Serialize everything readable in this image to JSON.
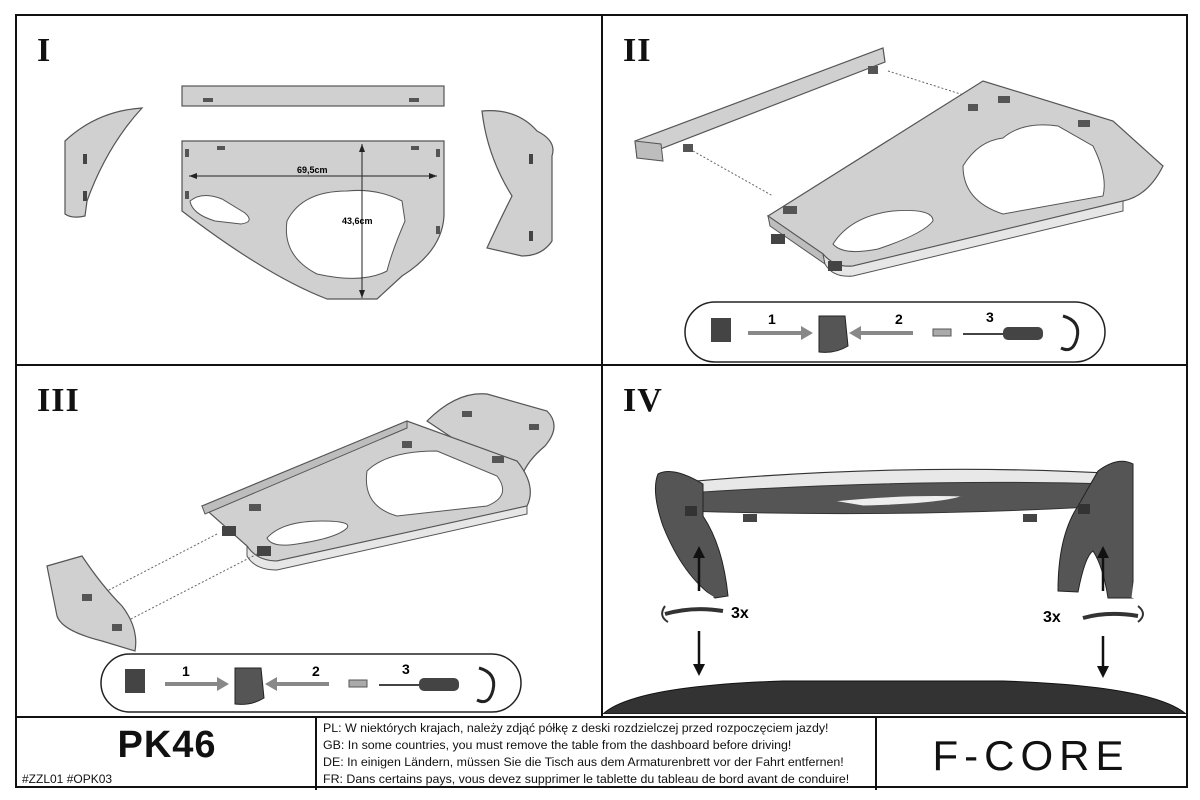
{
  "steps": [
    "I",
    "II",
    "III",
    "IV"
  ],
  "step1": {
    "width_label": "69,5cm",
    "height_label": "43,6cm"
  },
  "step2": {
    "seq": [
      "1",
      "2",
      "3"
    ]
  },
  "step3": {
    "seq": [
      "1",
      "2",
      "3"
    ]
  },
  "step4": {
    "turns_left": "3x",
    "turns_right": "3x"
  },
  "footer": {
    "model": "PK46",
    "codes": "#ZZL01  #OPK03",
    "warnings": [
      "PL: W niektórych krajach, należy zdjąć półkę z deski rozdzielczej przed rozpoczęciem jazdy!",
      "GB: In some countries, you must remove the table from the dashboard before driving!",
      "DE: In einigen Ländern, müssen Sie die Tisch aus dem Armaturenbrett vor der Fahrt entfernen!",
      "FR: Dans certains pays, vous devez supprimer le tablette du tableau de bord avant de conduire!"
    ],
    "brand": "F-CORE"
  },
  "colors": {
    "panel_fill": "#cfcfcf",
    "outline": "#333333",
    "dark": "#555555",
    "accent": "#888888"
  }
}
